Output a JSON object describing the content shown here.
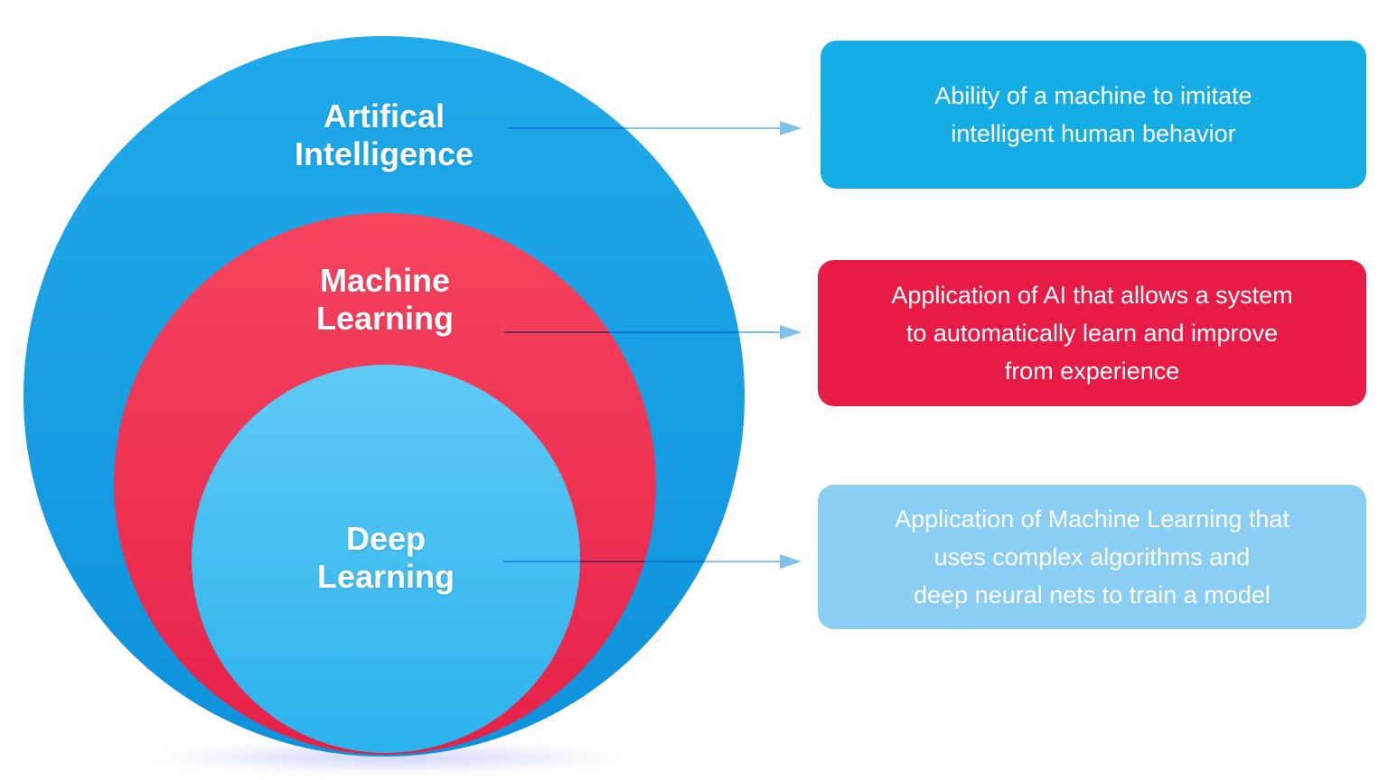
{
  "colors": {
    "background": "#ffffff",
    "label_text": "#ffffff",
    "arrow": "#7cc1ef",
    "ai_circle_top": "#20aaea",
    "ai_circle_bottom": "#0e92dc",
    "ml_circle_top": "#f7445f",
    "ml_circle_bottom": "#e62149",
    "dl_circle_top": "#5fcaf5",
    "dl_circle_bottom": "#2bb3ed",
    "ai_box": "#15ade6",
    "ml_box": "#e71b46",
    "dl_box": "#8bcef4"
  },
  "rings": [
    {
      "id": "artificial-intelligence",
      "label_lines": [
        "Artifical",
        "Intelligence"
      ],
      "description_lines": [
        "Ability of a machine to imitate",
        "intelligent human behavior"
      ]
    },
    {
      "id": "machine-learning",
      "label_lines": [
        "Machine",
        "Learning"
      ],
      "description_lines": [
        "Application of AI that allows a system",
        "to automatically learn and improve",
        "from experience"
      ]
    },
    {
      "id": "deep-learning",
      "label_lines": [
        "Deep",
        "Learning"
      ],
      "description_lines": [
        "Application of Machine Learning that",
        "uses complex algorithms and",
        "deep neural nets to train a model"
      ]
    }
  ]
}
